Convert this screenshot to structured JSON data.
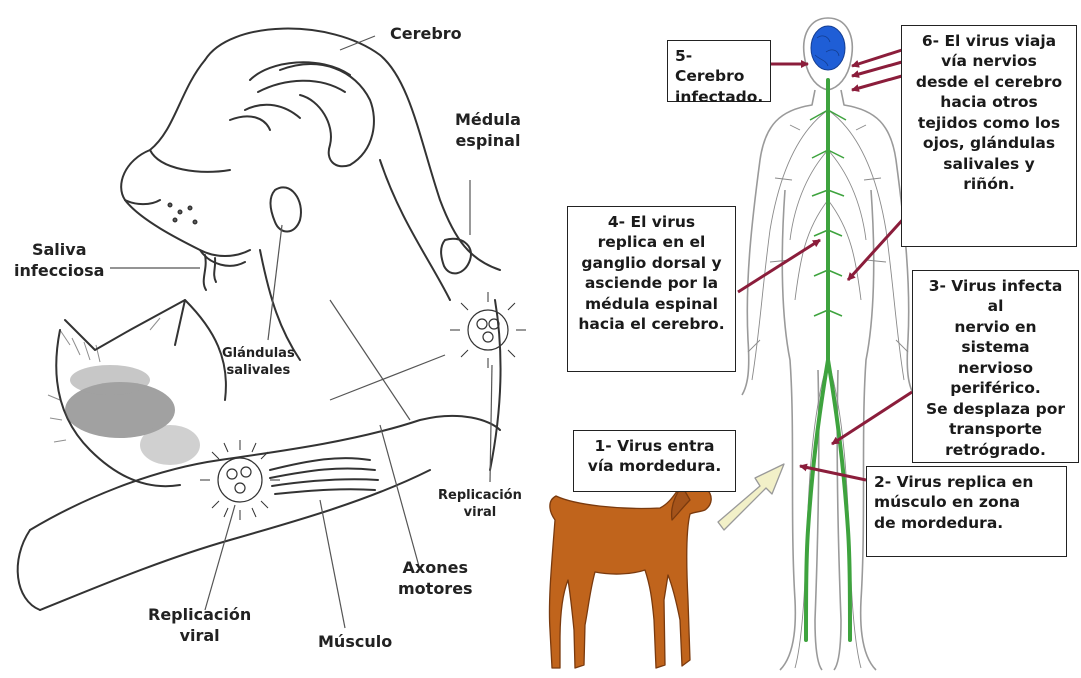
{
  "left_panel": {
    "labels": {
      "cerebro": "Cerebro",
      "medula": "Médula\nespinal",
      "saliva": "Saliva\ninfecciosa",
      "glandulas": "Glándulas\nsalivales",
      "replicacion_right": "Replicación\nviral",
      "axones": "Axones\nmotores",
      "replicacion_left": "Replicación\nviral",
      "musculo": "Músculo"
    }
  },
  "right_panel": {
    "steps": {
      "step1": "1- Virus entra\nvía  mordedura.",
      "step2": "2- Virus   replica en\nmúsculo   en   zona\nde mordedura.",
      "step3": "3- Virus infecta al\nnervio en sistema\nnervioso\nperiférico.\nSe desplaza por\ntransporte\nretrógrado.",
      "step4": "4- El virus\nreplica en el\nganglio dorsal y\nasciende por la\nmédula espinal\nhacia el cerebro.",
      "step5": "5- Cerebro\ninfectado.",
      "step6": "6- El virus viaja\nvía nervios\ndesde el cerebro\nhacia otros\ntejidos como los\nojos, glándulas\nsalivales y\nriñón."
    }
  },
  "colors": {
    "arrow": "#8b1d3b",
    "nerve": "#3ea33e",
    "brain": "#1f5ed6",
    "dog": "#c0641c",
    "outline": "#333333",
    "pale_arrow": "#f2f0c8"
  }
}
